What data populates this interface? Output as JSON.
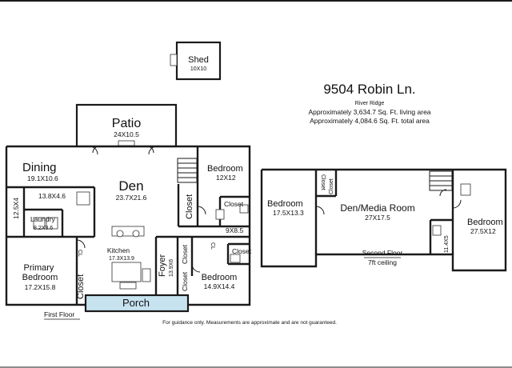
{
  "header": {
    "address": "9504 Robin Ln.",
    "subdivision": "River Ridge",
    "living_area": "Approximately 3,634.7 Sq. Ft. living area",
    "total_area": "Approximately 4,084.6 Sq. Ft. total area"
  },
  "shed": {
    "name": "Shed",
    "size": "10X10"
  },
  "patio": {
    "name": "Patio",
    "size": "24X10.5"
  },
  "first_floor": {
    "label": "First Floor",
    "rooms": {
      "dining": {
        "name": "Dining",
        "size": "19.1X10.6"
      },
      "den": {
        "name": "Den",
        "size": "23.7X21.6"
      },
      "bedroom_ne": {
        "name": "Bedroom",
        "size": "12X12"
      },
      "closet_den": "Closet",
      "closet_ne": "Closet",
      "bath_dim": "9X8.5",
      "closet_se": "Closet",
      "cl_small": "CL",
      "bath_138": "13.8X4.6",
      "laundry": {
        "name": "Laundry",
        "size": "8.2X3.6"
      },
      "hall": "12.5X4",
      "primary": {
        "name": "Primary Bedroom",
        "size": "17.2X15.8"
      },
      "cl_primary": "CL",
      "closet_primary": "Closet",
      "kitchen": {
        "name": "Kitchen",
        "size": "17.3X13.9"
      },
      "foyer": {
        "name": "Foyer",
        "size": "13.9X6"
      },
      "closet_foyer_a": "Closet",
      "closet_foyer_b": "Closet",
      "bedroom_se": {
        "name": "Bedroom",
        "size": "14.9X14.4"
      },
      "porch": "Porch"
    }
  },
  "second_floor": {
    "label": "Second Floor",
    "ceiling": "7ft ceiling",
    "rooms": {
      "bedroom_w": {
        "name": "Bedroom",
        "size": "17.5X13.3"
      },
      "closet_a": "Closet",
      "closet_b": "Closet",
      "media": {
        "name": "Den/Media Room",
        "size": "27X17.5"
      },
      "bath_dim": "11.4X5",
      "bedroom_e": {
        "name": "Bedroom",
        "size": "27.5X12"
      }
    }
  },
  "disclaimer": "For guidance only. Measurements are approximate and are not guaranteed."
}
